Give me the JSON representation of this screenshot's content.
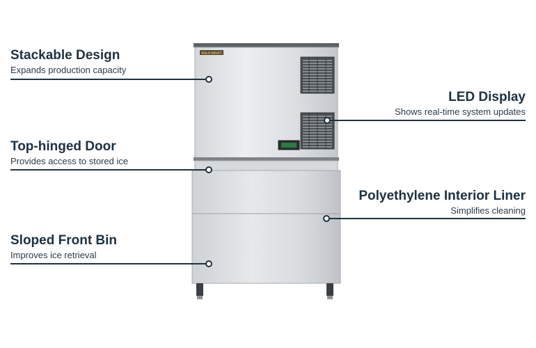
{
  "brand": {
    "logo_text": "SOLO·DRAFT"
  },
  "callouts": {
    "stackable": {
      "title": "Stackable Design",
      "subtitle": "Expands production capacity"
    },
    "led": {
      "title": "LED Display",
      "subtitle": "Shows real-time system updates"
    },
    "door": {
      "title": "Top-hinged Door",
      "subtitle": "Provides access to stored ice"
    },
    "liner": {
      "title": "Polyethylene Interior Liner",
      "subtitle": "Simplifies cleaning"
    },
    "bin": {
      "title": "Sloped Front Bin",
      "subtitle": "Improves ice retrieval"
    }
  },
  "colors": {
    "text_dark": "#1d3140",
    "leader": "#1f3241",
    "steel_light": "#e4e6e8",
    "steel_mid": "#c9ccd0",
    "steel_dark": "#8e9397",
    "display_green": "#2f7a3e"
  }
}
